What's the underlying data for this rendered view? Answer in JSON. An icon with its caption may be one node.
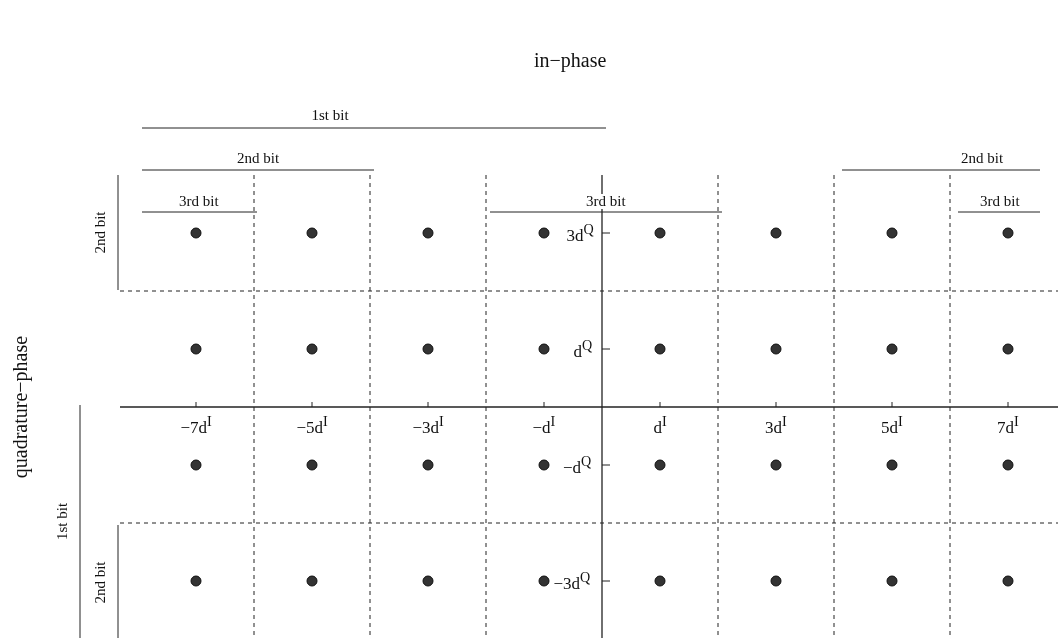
{
  "diagram": {
    "labels": [
      "in−phase",
      "1st bit",
      "2nd bit",
      "2nd bit",
      "3rd bit",
      "3rd bit",
      "3rd bit",
      "quadrature−phase",
      "2nd bit",
      "3d$^{Q}$",
      "d$^{Q}$",
      "−7d$^{I}$",
      "−5d$^{I}$",
      "−3d$^{I}$",
      "−d$^{I}$",
      "d$^{I}$",
      "3d$^{I}$",
      "5d$^{I}$",
      "7d$^{I}$",
      "−d$^{Q}$",
      "1st bit",
      "2nd bit",
      "−3d$^{Q}$"
    ]
  }
}
